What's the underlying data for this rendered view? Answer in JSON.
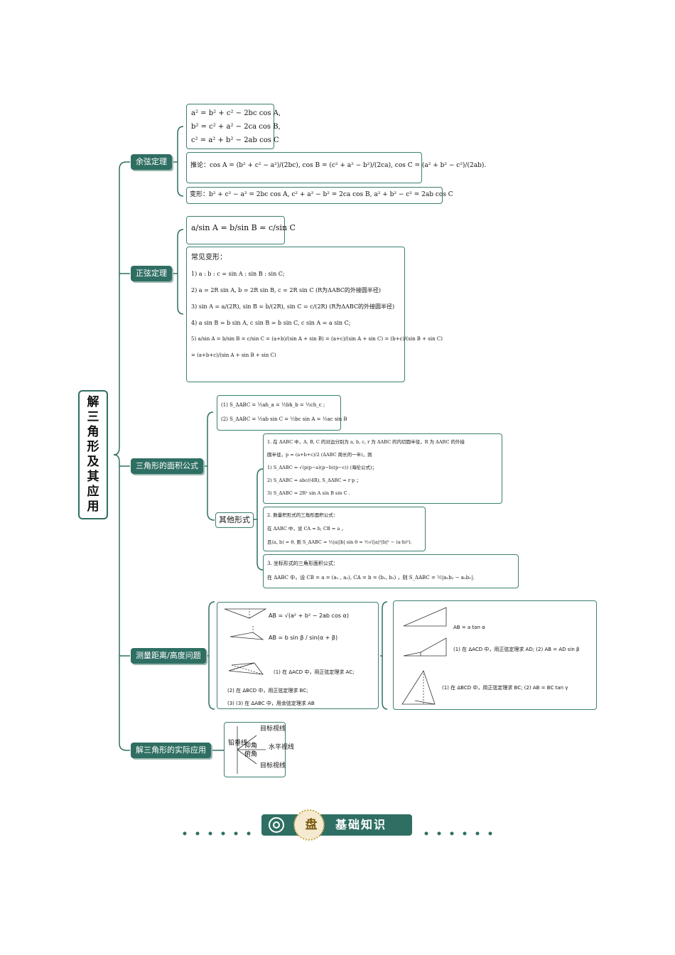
{
  "root": {
    "label_chars": [
      "解",
      "三",
      "角",
      "形",
      "及",
      "其",
      "应",
      "用"
    ]
  },
  "branches": {
    "cosine": {
      "label": "余弦定理",
      "formulas": [
        "a² = b² + c² − 2bc cos A,",
        "b² = c² + a² − 2ca cos B,",
        "c² = a² + b² − 2ab cos C"
      ],
      "corollary": "推论：cos A = (b² + c² − a²)/(2bc), cos B = (c² + a² − b²)/(2ca), cos C = (a² + b² − c²)/(2ab).",
      "variant": "变形：b² + c² − a² = 2bc cos A, c² + a² − b² = 2ca cos B, a² + b² − c² =  2ab cos C"
    },
    "sine": {
      "label": "正弦定理",
      "main": "a/sin A = b/sin B = c/sin C",
      "common_title": "常见变形：",
      "items": [
        "1) a : b : c = sin A : sin B : sin C;",
        "2) a = 2R sin A, b = 2R sin B, c = 2R sin C (R为ΔABC的外接圆半径)",
        "3) sin A = a/(2R), sin B = b/(2R), sin C = c/(2R) (R为ΔABC的外接圆半径)",
        "4) a sin B = b sin A, c sin B = b sin C, c sin A = a sin C;",
        "5) a/sin A = b/sin B = c/sin C = (a+b)/(sin A + sin B) = (a+c)/(sin A + sin C) = (b+c)/(sin B + sin C)",
        "= (a+b+c)/(sin A + sin B + sin C)"
      ]
    },
    "area": {
      "label": "三角形的面积公式",
      "basic": [
        "(1) S_ΔABC = ½ah_a = ½bh_b = ½ch_c ;",
        "(2) S_ΔABC = ½ab sin C = ½bc sin A = ½ac sin B"
      ],
      "other_label": "其他形式",
      "other1": [
        "1. 在 ΔABC 中，A, B, C 的对边分别为 a, b, c, r 为 ΔABC 的内切圆半径，R 为 ΔABC 的外接",
        "圆半径，p = (a+b+c)/2 (ΔABC 周长的一半)，则",
        "1) S_ΔABC = √(p(p−a)(p−b)(p−c))  (海伦公式)；",
        "2) S_ΔABC = abc/(4R), S_ΔABC = r·p ；",
        "3) S_ΔABC = 2R² sin A sin B sin C ."
      ],
      "other2": [
        "2. 数量积形式的三角形面积公式：",
        "在 ΔABC 中，设 CA = b, CB = a ，",
        "且⟨a, b⟩ = θ, 则 S_ΔABC = ½|a||b| sin θ = ½√(|a|²|b|² − (a·b)²)."
      ],
      "other3": [
        "3. 坐标形式的三角形面积公式：",
        "在 ΔABC 中，设 CB = a = (a₁ , a₂), CA = b = (b₁, b₂) ，则 S_ΔABC = ½|a₁b₂ − a₂b₁|."
      ]
    },
    "measure": {
      "label": "测量距离/高度问题",
      "left": [
        "AB = √(a² + b² − 2ab cos α)",
        "AB = b sin β / sin(α + β)",
        "(1) 在 ΔACD 中，用正弦定理求 AC;",
        "(2) 在 ΔBCD 中，用正弦定理求 BC;",
        "(3) (3) 在 ΔABC 中，用余弦定理求 AB"
      ],
      "right": [
        "AB = a tan α",
        "(1) 在 ΔACD 中，用正弦定理求 AD; (2) AB = AD sin β",
        "(1) 在 ΔBCD 中，用正弦定理求 BC; (2) AB = BC tan γ"
      ]
    },
    "application": {
      "label": "解三角形的实际应用",
      "plumb": "铅垂线",
      "target_top": "目标视线",
      "elevation": "仰角",
      "depression": "俯角",
      "horizontal": "水平视线",
      "target_bottom": "目标视线"
    }
  },
  "footer": {
    "pan": "盘",
    "title": "基础知识"
  },
  "colors": {
    "accent": "#2f6f63",
    "border": "#3c7f72"
  }
}
